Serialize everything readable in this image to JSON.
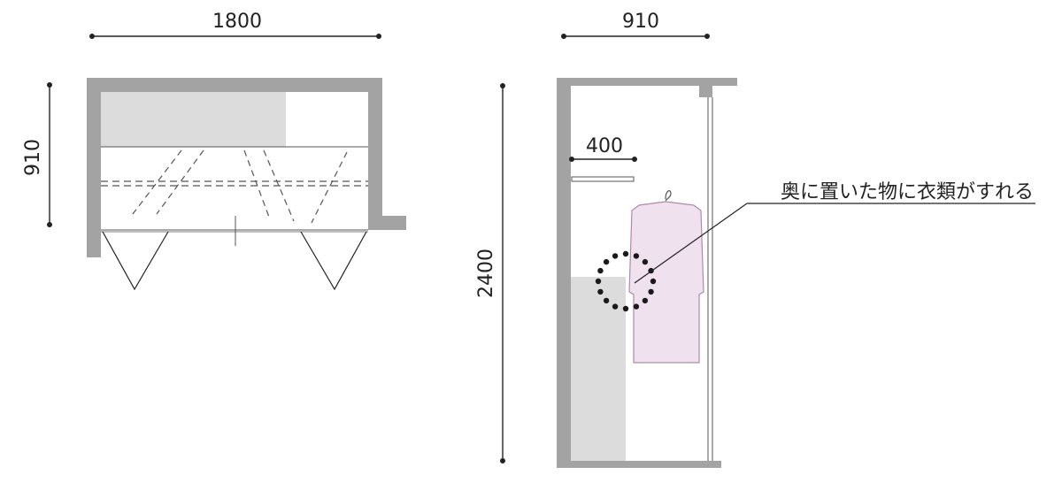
{
  "plan": {
    "width_label": "1800",
    "depth_label": "910"
  },
  "section": {
    "width_label": "910",
    "height_label": "2400",
    "shelf_label": "400"
  },
  "callout": {
    "text": "奥に置いた物に衣類がすれる"
  },
  "colors": {
    "wall": "#a3a3a3",
    "shelf_fill": "#dcdcdc",
    "garment_fill": "#efe1ee",
    "garment_stroke": "#b08aaa",
    "line": "#222222",
    "dashed": "#555555"
  }
}
